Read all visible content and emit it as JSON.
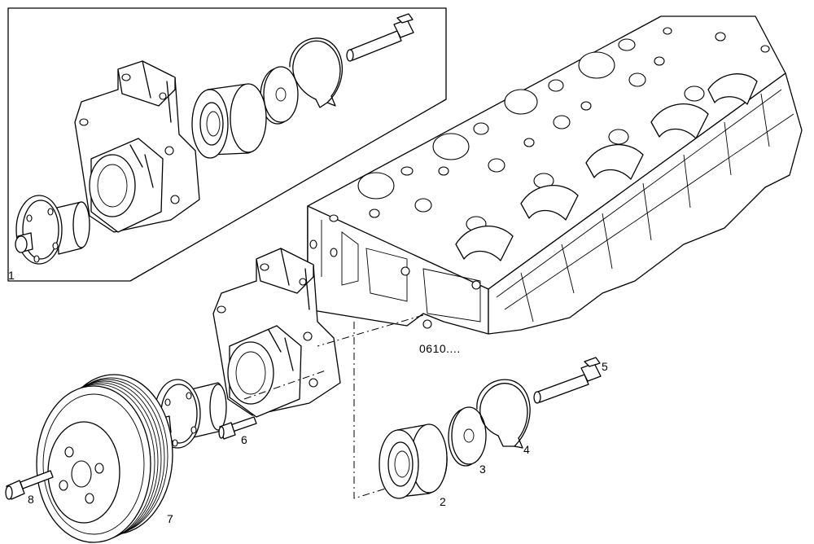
{
  "callouts": {
    "c1": "1",
    "c2": "2",
    "c3": "3",
    "c4": "4",
    "c5": "5",
    "c6": "6",
    "c7": "7",
    "c8": "8"
  },
  "reference": "0610....",
  "colors": {
    "line": "#000000",
    "background": "#ffffff"
  }
}
